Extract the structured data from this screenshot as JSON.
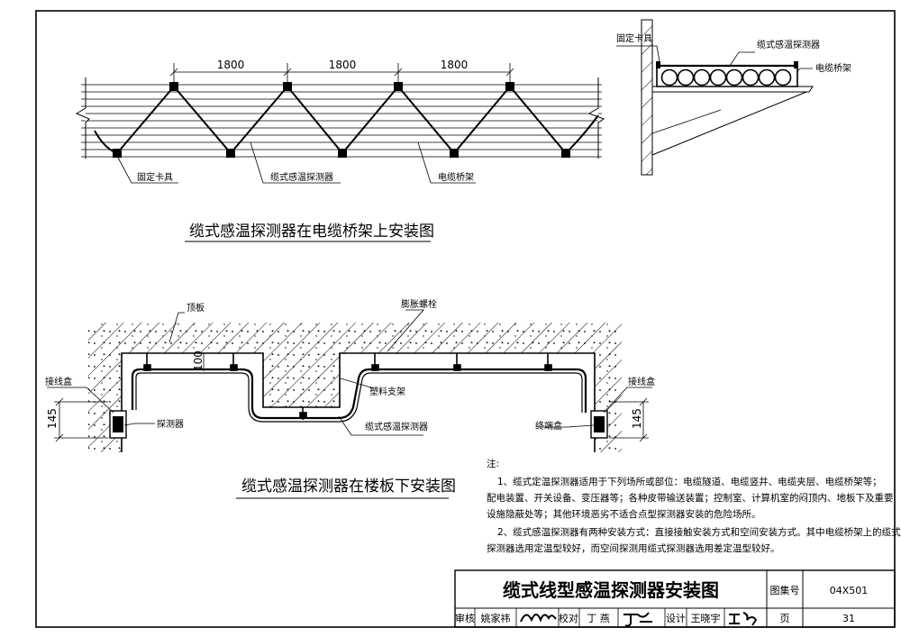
{
  "drawing1": {
    "spans": [
      "1800",
      "1800",
      "1800"
    ],
    "labels": {
      "clamp": "固定卡具",
      "detector": "缆式感温探测器",
      "tray": "电缆桥架"
    },
    "caption": "缆式感温探测器在电缆桥架上安装图"
  },
  "drawing2": {
    "labels": {
      "clamp": "固定卡具",
      "detector": "缆式感温探测器",
      "tray": "电缆桥架"
    }
  },
  "drawing3": {
    "labels": {
      "roof_slab": "顶板",
      "expansion_bolt": "膨胀螺栓",
      "junction_box_left": "接线盒",
      "junction_box_right": "接线盒",
      "detector": "探测器",
      "plastic_bracket": "塑料支架",
      "cable_detector": "缆式感温探测器",
      "terminal_box": "终端盒"
    },
    "dims": {
      "d100": "100",
      "d145_left": "145",
      "d145_right": "145"
    },
    "caption": "缆式感温探测器在楼板下安装图"
  },
  "notes": {
    "heading": "注:",
    "lines": [
      "1、缆式定温探测器适用于下列场所或部位：电缆隧道、电缆竖井、电缆夹层、电缆桥架等；",
      "配电装置、开关设备、变压器等；各种皮带输送装置；控制室、计算机室的闷顶内、地板下及重要",
      "设施隐蔽处等；其他环境恶劣不适合点型探测器安装的危险场所。",
      "2、缆式感温探测器有两种安装方式：直接接触安装方式和空间安装方式。其中电缆桥架上的缆式",
      "探测器选用定温型较好，而空间探测用缆式探测器选用差定温型较好。"
    ]
  },
  "title_block": {
    "title": "缆式线型感温探测器安装图",
    "atlas_label": "图集号",
    "atlas_no": "04X501",
    "review_label": "审核",
    "reviewer": "姚家祎",
    "check_label": "校对",
    "checker": "丁 燕",
    "design_label": "设计",
    "designer": "王晓宇",
    "page_label": "页",
    "page_no": "31"
  }
}
